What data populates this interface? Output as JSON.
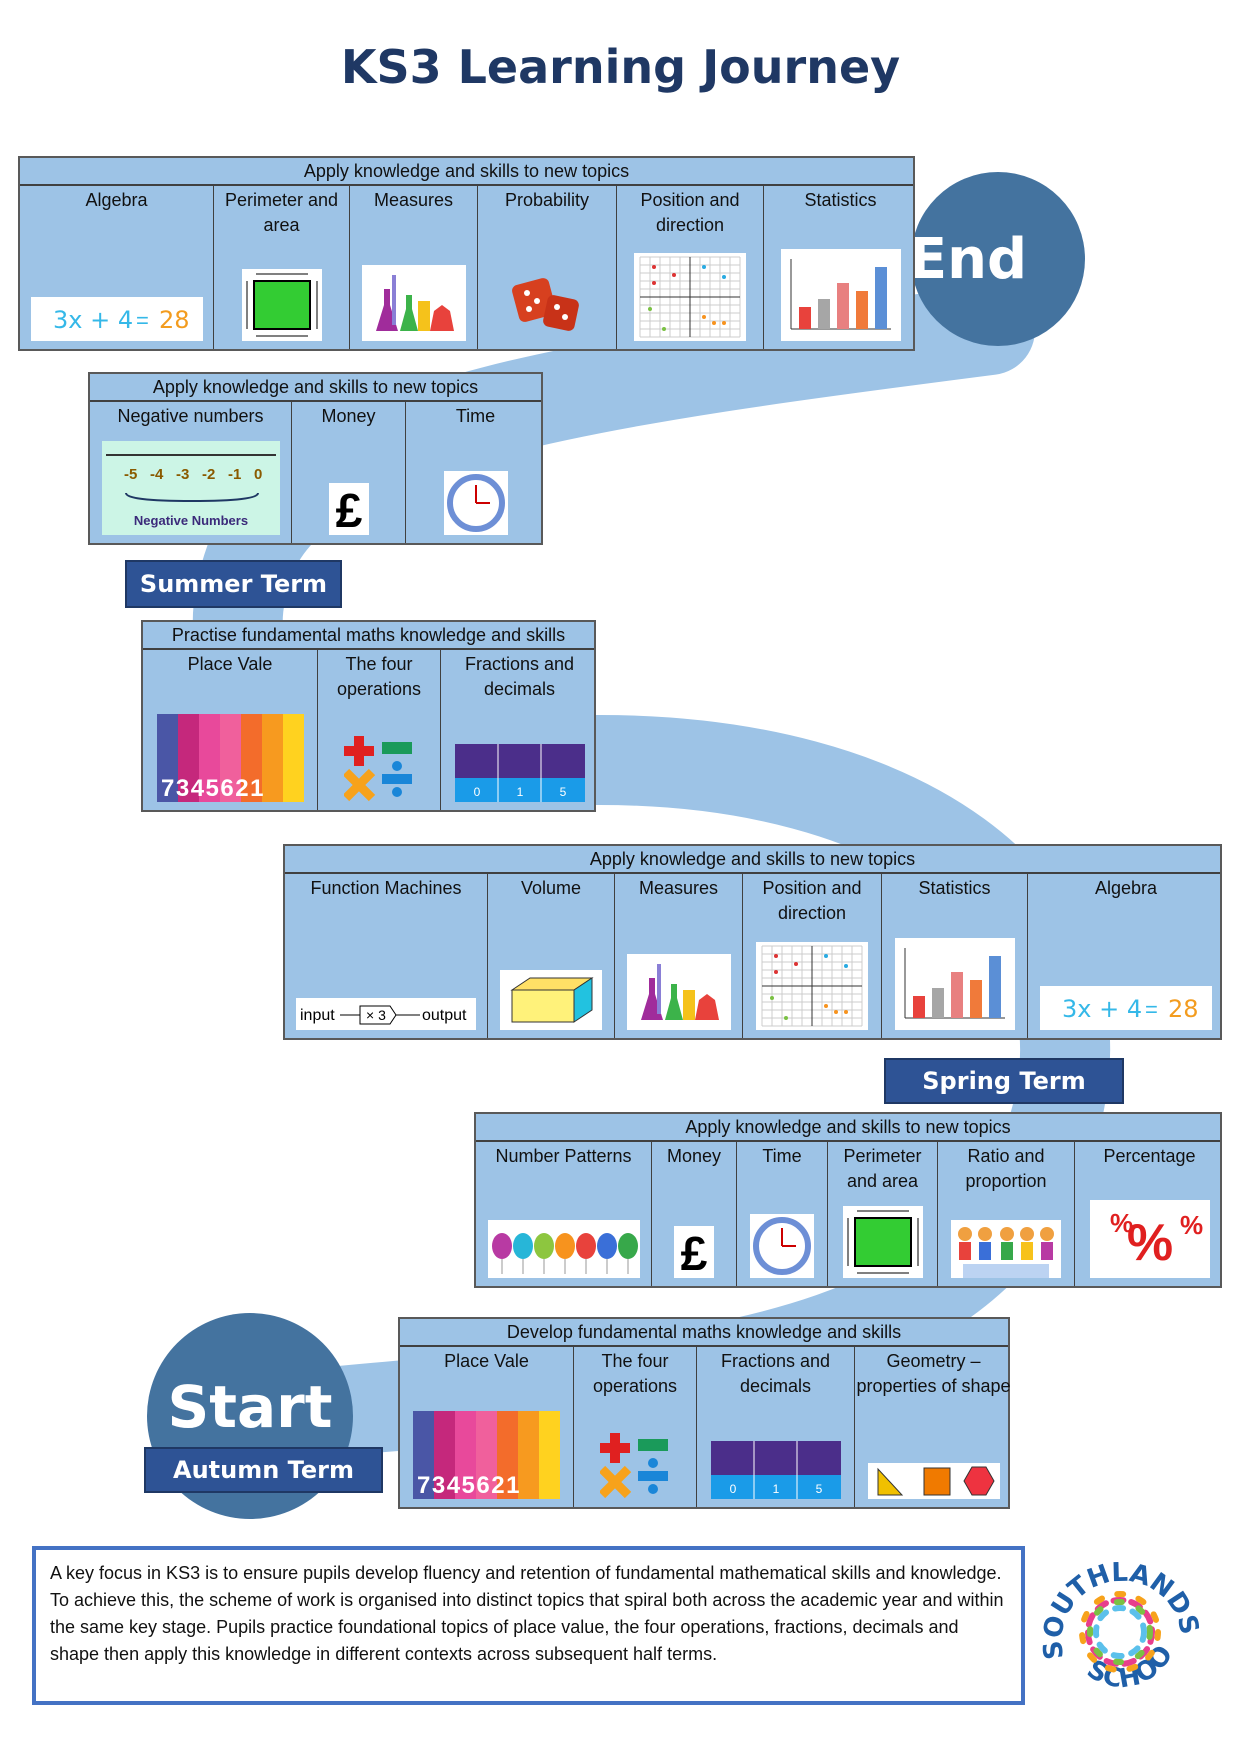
{
  "title": "KS3 Learning Journey",
  "end_label": "End",
  "start_label": "Start",
  "terms": {
    "summer": "Summer Term",
    "spring": "Spring Term",
    "autumn": "Autumn Term"
  },
  "image_text": {
    "equation": "3x + 4 = 28",
    "eq_lhs": "3x + 4",
    "eq_rhs": "28",
    "neg_numbers": [
      "-5",
      "-4",
      "-3",
      "-2",
      "-1",
      "0"
    ],
    "neg_caption": "Negative Numbers",
    "pound": "£",
    "digits": "7345621",
    "fm_input": "input",
    "fm_op": "× 3",
    "fm_output": "output",
    "fractions_values": [
      "0",
      "1",
      "5"
    ]
  },
  "tables": [
    {
      "id": "t1",
      "header": "Apply knowledge and skills to new topics",
      "columns": [
        {
          "label": "Algebra",
          "icon": "equation"
        },
        {
          "label": "Perimeter and area",
          "icon": "rectangle"
        },
        {
          "label": "Measures",
          "icon": "flasks"
        },
        {
          "label": "Probability",
          "icon": "dice"
        },
        {
          "label": "Position and direction",
          "icon": "grid"
        },
        {
          "label": "Statistics",
          "icon": "bar-chart"
        }
      ]
    },
    {
      "id": "t2",
      "header": "Apply knowledge and skills to new topics",
      "columns": [
        {
          "label": "Negative numbers",
          "icon": "number-line"
        },
        {
          "label": "Money",
          "icon": "pound"
        },
        {
          "label": "Time",
          "icon": "clock"
        }
      ]
    },
    {
      "id": "t3",
      "header": "Practise fundamental maths knowledge and skills",
      "columns": [
        {
          "label": "Place Vale",
          "icon": "place-value"
        },
        {
          "label": "The four operations",
          "icon": "operations"
        },
        {
          "label": "Fractions and decimals",
          "icon": "fractions"
        }
      ]
    },
    {
      "id": "t4",
      "header": "Apply knowledge and skills to new topics",
      "columns": [
        {
          "label": "Function Machines",
          "icon": "function-machine"
        },
        {
          "label": "Volume",
          "icon": "cuboid"
        },
        {
          "label": "Measures",
          "icon": "flasks"
        },
        {
          "label": "Position and direction",
          "icon": "grid"
        },
        {
          "label": "Statistics",
          "icon": "bar-chart"
        },
        {
          "label": "Algebra",
          "icon": "equation"
        }
      ]
    },
    {
      "id": "t5",
      "header": "Apply knowledge and skills to new topics",
      "columns": [
        {
          "label": "Number Patterns",
          "icon": "balloons"
        },
        {
          "label": "Money",
          "icon": "pound"
        },
        {
          "label": "Time",
          "icon": "clock"
        },
        {
          "label": "Perimeter and area",
          "icon": "rectangle"
        },
        {
          "label": "Ratio and proportion",
          "icon": "ratio"
        },
        {
          "label": "Percentage",
          "icon": "percent"
        }
      ]
    },
    {
      "id": "t6",
      "header": "Develop fundamental maths knowledge and skills",
      "columns": [
        {
          "label": "Place Vale",
          "icon": "place-value"
        },
        {
          "label": "The four operations",
          "icon": "operations"
        },
        {
          "label": "Fractions and decimals",
          "icon": "fractions"
        },
        {
          "label": "Geometry – properties of shape",
          "icon": "shapes"
        }
      ]
    }
  ],
  "description": "A key focus in KS3 is to ensure pupils develop fluency and retention of fundamental mathematical skills and knowledge. To achieve this, the scheme of work is organised into distinct topics that spiral both across the academic year and within the same key stage. Pupils practice foundational topics of place value, the four operations, fractions, decimals and shape then apply this knowledge in different contexts across subsequent half terms.",
  "logo_text": "SOUTHLANDS SCHOOL",
  "colors": {
    "title": "#1f3864",
    "swoosh": "#9dc3e6",
    "circle": "#44739f",
    "term": "#2e5395",
    "textbox_border": "#4472c4"
  }
}
